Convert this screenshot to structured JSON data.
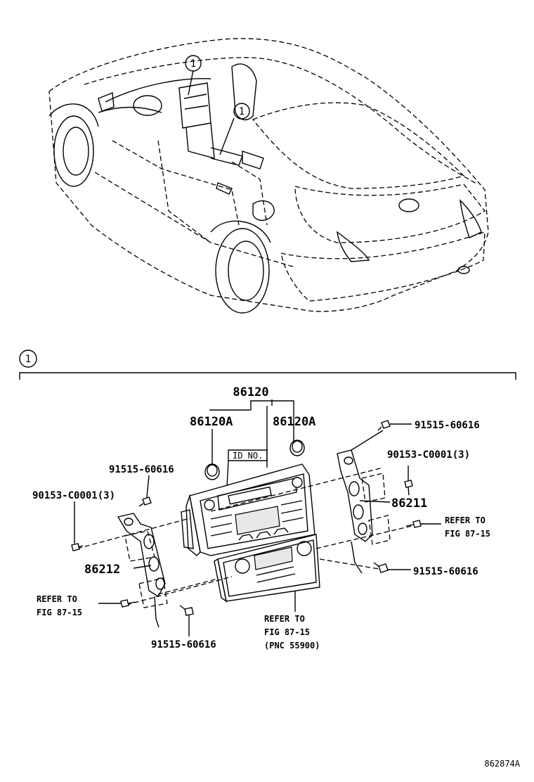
{
  "callouts": {
    "top_a": "1",
    "top_b": "1",
    "section": "1"
  },
  "labels": {
    "main_part": "86120",
    "knob_left": "86120A",
    "knob_right": "86120A",
    "id_no": "ID NO.",
    "screw_top_right": "91515-60616",
    "bolt_right": "90153-C0001(3)",
    "bracket_right": "86211",
    "refer_right_1": "REFER TO",
    "refer_right_2": "FIG 87-15",
    "screw_right_lower": "91515-60616",
    "screw_left_upper": "91515-60616",
    "bolt_left": "90153-C0001(3)",
    "bracket_left": "86212",
    "refer_left_1": "REFER TO",
    "refer_left_2": "FIG 87-15",
    "screw_left_lower": "91515-60616",
    "refer_bottom_1": "REFER TO",
    "refer_bottom_2": "FIG 87-15",
    "refer_bottom_3": "(PNC 55900)",
    "figure_code": "862874A"
  }
}
